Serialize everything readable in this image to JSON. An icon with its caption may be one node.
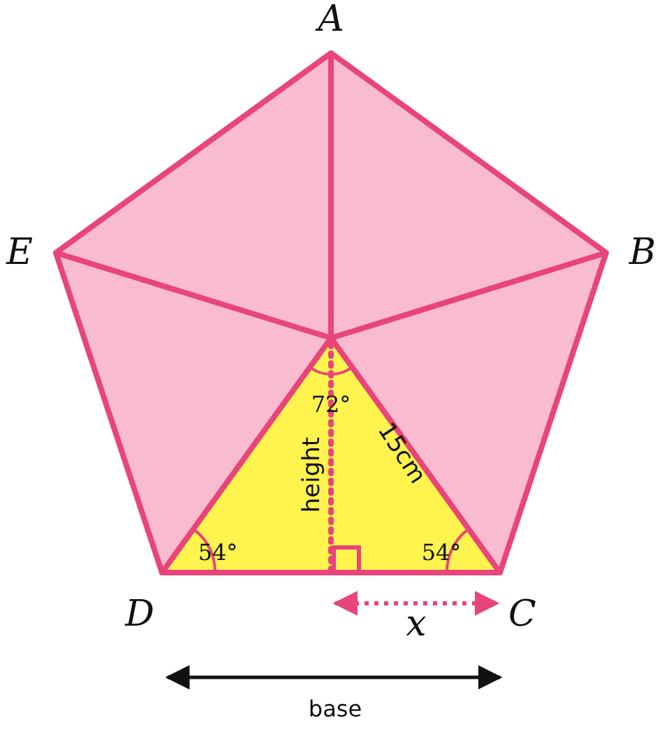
{
  "diagram": {
    "labels": [
      "A",
      "E",
      "B",
      "72°",
      "15cm",
      "height",
      "54°",
      "54°",
      "D",
      "x",
      "C",
      "base"
    ]
  }
}
